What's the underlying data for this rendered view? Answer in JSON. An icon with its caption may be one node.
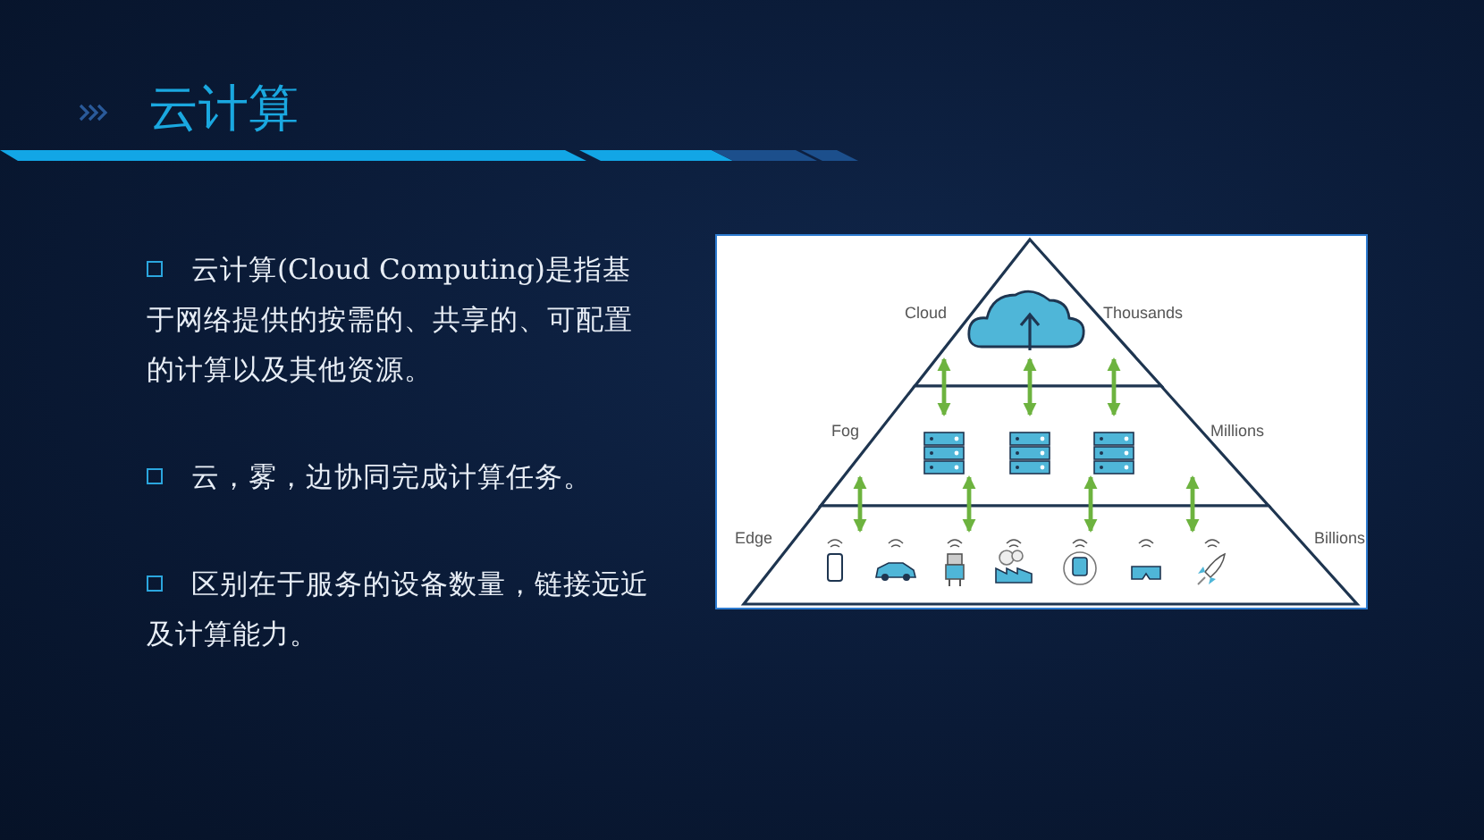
{
  "diagram": {
    "title": "云计算",
    "nodes": [
      {
        "text": [
          "Cloud",
          "Thousands"
        ]
      },
      {
        "text": [
          "Fog",
          "Millions"
        ]
      },
      {
        "text": [
          "Edge",
          "Billions"
        ]
      }
    ],
    "edges": [
      {
        "from": 0,
        "to": 1,
        "arrow": "both"
      },
      {
        "from": 0,
        "to": 1,
        "arrow": "both"
      },
      {
        "from": 0,
        "to": 1,
        "arrow": "both"
      },
      {
        "from": 1,
        "to": 2,
        "arrow": "both"
      },
      {
        "from": 1,
        "to": 2,
        "arrow": "both"
      },
      {
        "from": 1,
        "to": 2,
        "arrow": "both"
      },
      {
        "from": 1,
        "to": 2,
        "arrow": "both"
      }
    ],
    "labels": [
      "云计算(Cloud Computing)是指基于网络提供的按需的、共享的、可配置的计算以及其他资源。",
      "云，雾，边协同完成计算任务。",
      "区别在于服务的设备数量，链接远近及计算能力。"
    ]
  }
}
